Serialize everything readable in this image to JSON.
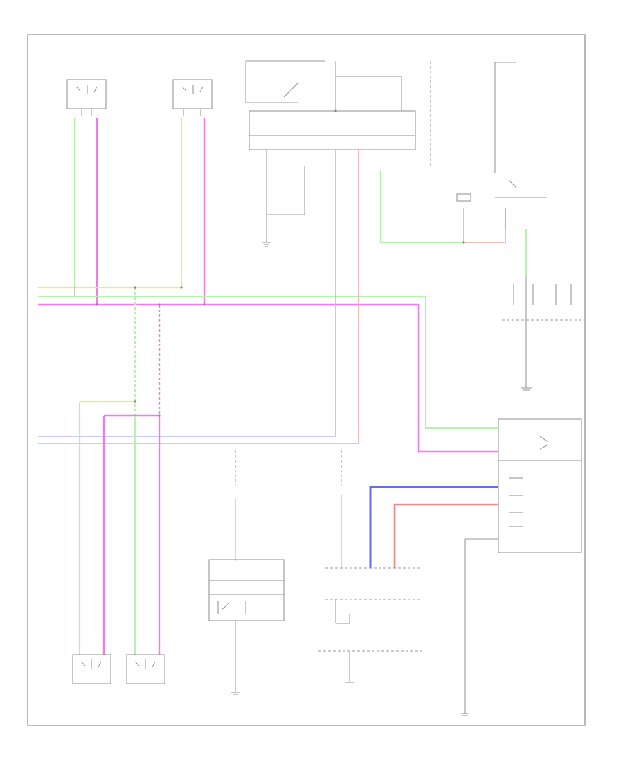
{
  "page": {
    "corner_tag": ""
  },
  "diagram": {
    "title": "",
    "components": [
      {
        "id": "front-passenger-door-speaker",
        "label": ""
      },
      {
        "id": "front-driver-door-speaker",
        "label": ""
      },
      {
        "id": "radio-audio-unit",
        "label": ""
      },
      {
        "id": "rear-passenger-door-speaker",
        "label": ""
      },
      {
        "id": "rear-driver-door-speaker",
        "label": ""
      },
      {
        "id": "steering-switch",
        "label": ""
      },
      {
        "id": "connector-block",
        "label": ""
      },
      {
        "id": "antenna-amplifier",
        "label": ""
      },
      {
        "id": "clock-spring",
        "label": ""
      },
      {
        "id": "audio-control-module",
        "label": ""
      }
    ],
    "wire_colors": {
      "green": "#b8f0b0",
      "yellow_green": "#e2f07a",
      "pink": "#f27af0",
      "blue": "#6a6af0",
      "red": "#f08a8a",
      "light_blue": "#b8b8f5",
      "light_red": "#f5a8a8",
      "black": "#9a9a9a"
    }
  }
}
